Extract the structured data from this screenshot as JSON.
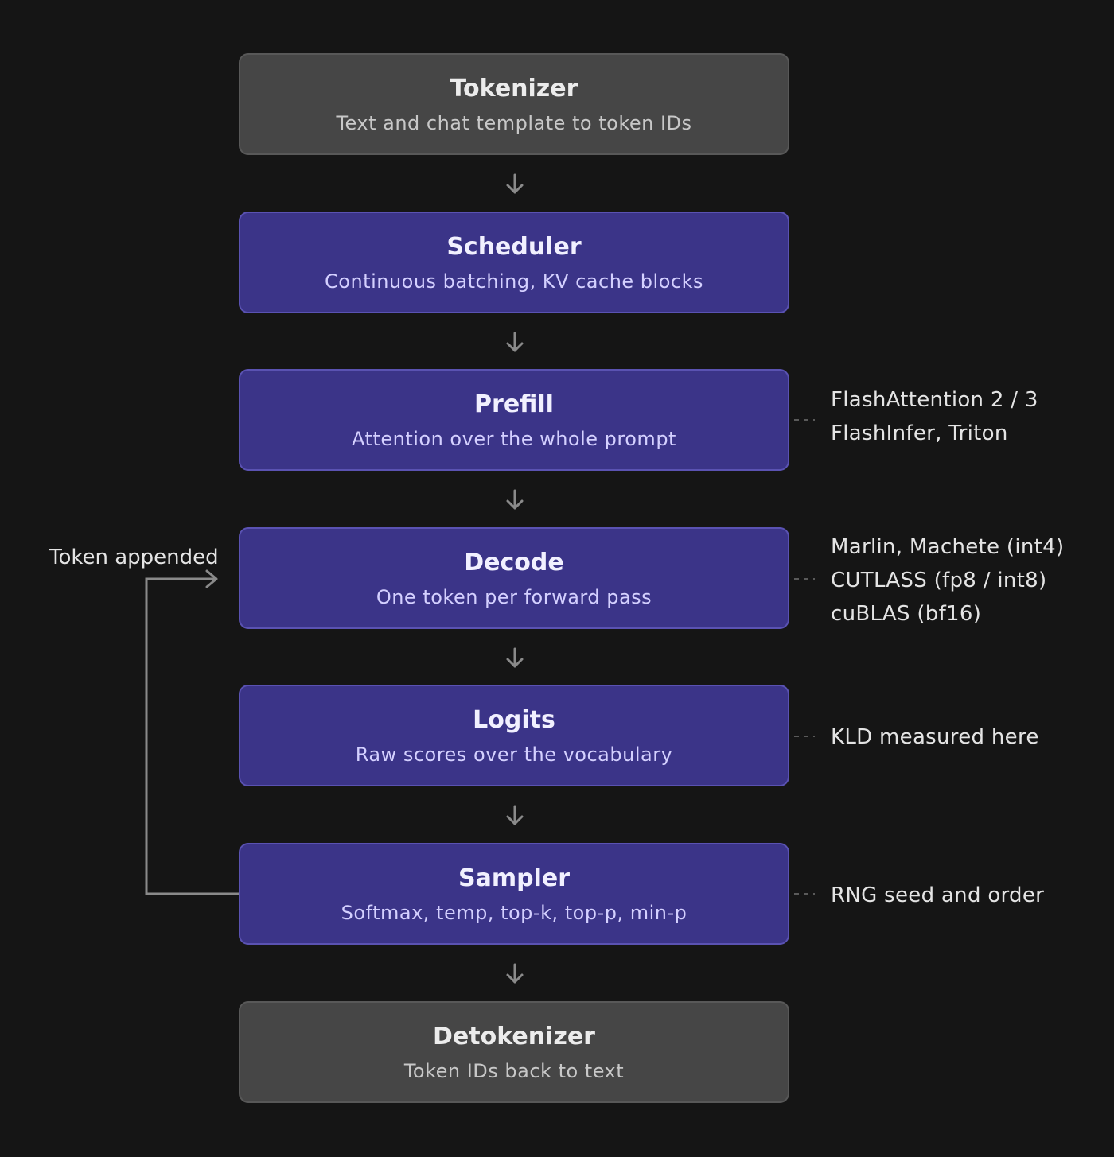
{
  "stages": [
    {
      "title": "Tokenizer",
      "subtitle": "Text and chat template to token IDs",
      "kind": "io"
    },
    {
      "title": "Scheduler",
      "subtitle": "Continuous batching, KV cache blocks",
      "kind": "core"
    },
    {
      "title": "Prefill",
      "subtitle": "Attention over the whole prompt",
      "kind": "core"
    },
    {
      "title": "Decode",
      "subtitle": "One token per forward pass",
      "kind": "core"
    },
    {
      "title": "Logits",
      "subtitle": "Raw scores over the vocabulary",
      "kind": "core"
    },
    {
      "title": "Sampler",
      "subtitle": "Softmax, temp, top-k, top-p, min-p",
      "kind": "core"
    },
    {
      "title": "Detokenizer",
      "subtitle": "Token IDs back to text",
      "kind": "io"
    }
  ],
  "annotations": {
    "prefill": [
      "FlashAttention 2 / 3",
      "FlashInfer, Triton"
    ],
    "decode": [
      "Marlin, Machete (int4)",
      "CUTLASS (fp8 / int8)",
      "cuBLAS (bf16)"
    ],
    "logits": [
      "KLD measured here"
    ],
    "sampler": [
      "RNG seed and order"
    ]
  },
  "loop": {
    "label": "Token appended"
  },
  "colors": {
    "background": "#151515",
    "io_fill": "#464646",
    "core_fill": "#3b3488",
    "arrow": "#8a8a8a",
    "connector": "#5a5a5a"
  }
}
